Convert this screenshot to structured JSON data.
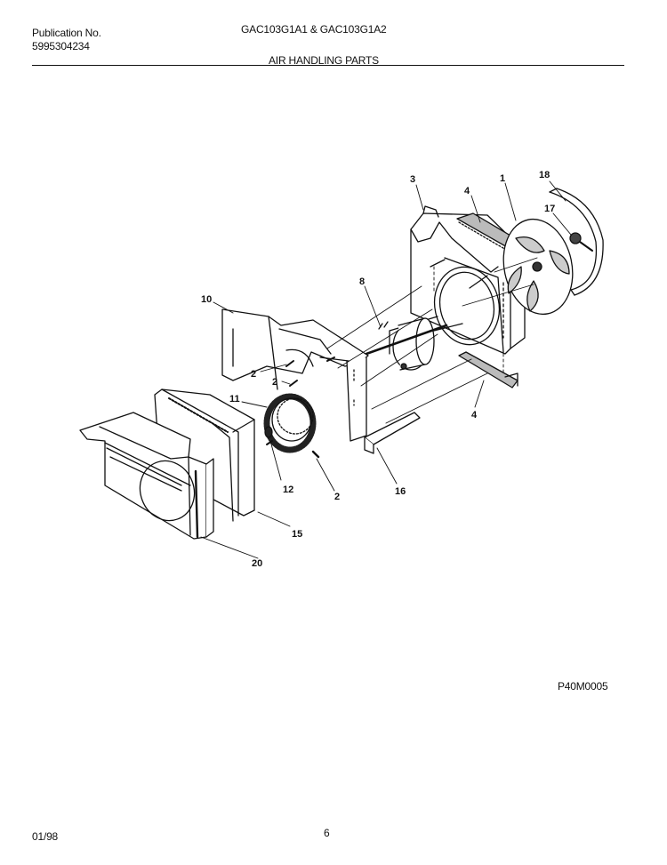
{
  "header": {
    "publication_label": "Publication No.",
    "publication_number": "5995304234",
    "model_numbers": "GAC103G1A1 & GAC103G1A2",
    "section_title": "AIR HANDLING PARTS"
  },
  "diagram": {
    "callouts": [
      {
        "id": "c-3",
        "text": "3"
      },
      {
        "id": "c-4a",
        "text": "4"
      },
      {
        "id": "c-1",
        "text": "1"
      },
      {
        "id": "c-18",
        "text": "18"
      },
      {
        "id": "c-17",
        "text": "17"
      },
      {
        "id": "c-8",
        "text": "8"
      },
      {
        "id": "c-10",
        "text": "10"
      },
      {
        "id": "c-2a",
        "text": "2"
      },
      {
        "id": "c-2b",
        "text": "2"
      },
      {
        "id": "c-11",
        "text": "11"
      },
      {
        "id": "c-12",
        "text": "12"
      },
      {
        "id": "c-2c",
        "text": "2"
      },
      {
        "id": "c-16",
        "text": "16"
      },
      {
        "id": "c-4b",
        "text": "4"
      },
      {
        "id": "c-15",
        "text": "15"
      },
      {
        "id": "c-20",
        "text": "20"
      }
    ],
    "drawing_code": "P40M0005"
  },
  "footer": {
    "date": "01/98",
    "page_number": "6"
  }
}
